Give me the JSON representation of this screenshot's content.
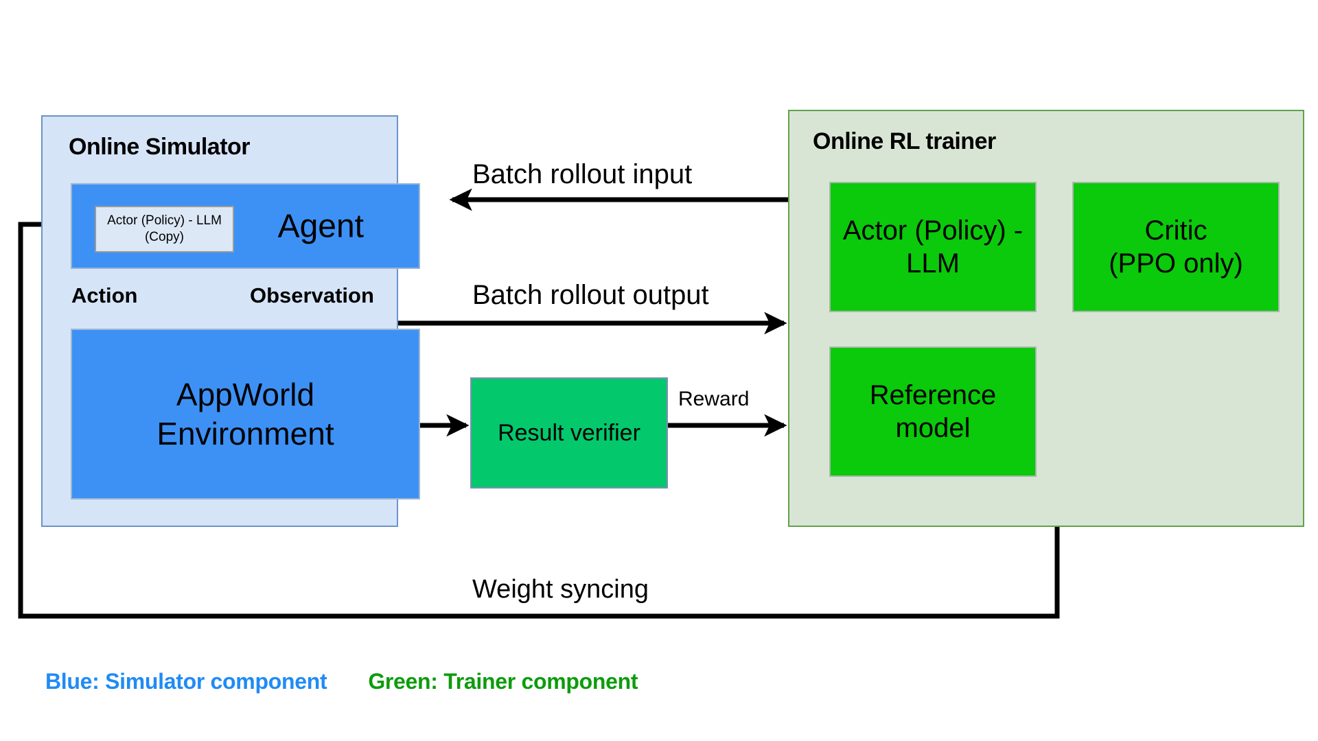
{
  "simulator": {
    "title": "Online Simulator",
    "agent": {
      "label": "Agent",
      "actor_copy": "Actor (Policy) - LLM (Copy)"
    },
    "environment": {
      "line1": "AppWorld",
      "line2": "Environment"
    },
    "action_label": "Action",
    "observation_label": "Observation"
  },
  "trainer": {
    "title": "Online RL trainer",
    "boxes": [
      {
        "line1": "Actor (Policy) -",
        "line2": "LLM"
      },
      {
        "line1": "Critic",
        "line2": "(PPO only)"
      },
      {
        "line1": "Reference",
        "line2": "model"
      }
    ]
  },
  "verifier": {
    "label": "Result verifier"
  },
  "flows": {
    "batch_rollout_input": "Batch rollout input",
    "batch_rollout_output": "Batch rollout output",
    "reward": "Reward",
    "weight_syncing": "Weight syncing"
  },
  "legend": {
    "blue": "Blue: Simulator component",
    "green": "Green: Trainer component"
  },
  "colors": {
    "simulator_panel_bg": "#d6e4f7",
    "simulator_panel_border": "#6b93c9",
    "trainer_panel_bg": "#d9e5d4",
    "trainer_panel_border": "#5fa24a",
    "blue_box": "#3d91f5",
    "green_box": "#0bc90b",
    "verifier_box": "#04c86c",
    "legend_blue": "#1f8bf5",
    "legend_green": "#0d9c0d",
    "arrow": "#000000"
  }
}
